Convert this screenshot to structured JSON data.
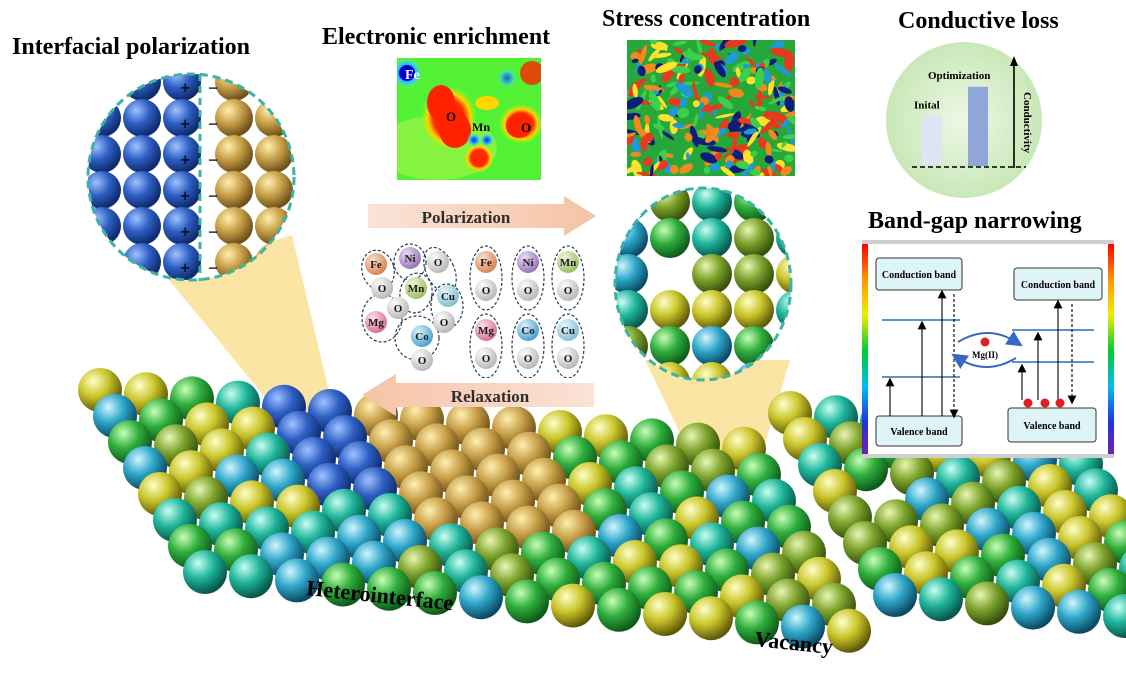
{
  "titles": {
    "interfacial": "Interfacial polarization",
    "electronic": "Electronic enrichment",
    "stress": "Stress concentration",
    "conductive": "Conductive loss",
    "bandgap": "Band-gap narrowing"
  },
  "labels": {
    "heterointerface": "Heterointerface",
    "vacancy": "Vacancy",
    "polarization": "Polarization",
    "relaxation": "Relaxation"
  },
  "charges": {
    "plus": "+",
    "minus": "−"
  },
  "electronic_map": {
    "fe": "Fe",
    "o_left": "O",
    "mn": "Mn",
    "o_right": "O"
  },
  "conductive_chart": {
    "bars": [
      {
        "label": "Inital",
        "value": 0.45,
        "color": "#dfe4f4"
      },
      {
        "label": "Optimization",
        "value": 0.72,
        "color": "#8fa6d8"
      }
    ],
    "ylabel": "Conductivity"
  },
  "bandgap": {
    "conduction": "Conduction band",
    "valence": "Valence band",
    "dopant": "Mg(II)"
  },
  "clusters": [
    {
      "text": "Fe",
      "color": "#e6a27c"
    },
    {
      "text": "Ni",
      "color": "#b598cc"
    },
    {
      "text": "O",
      "color": "#d9d9d9"
    },
    {
      "text": "Mn",
      "color": "#b8d48c"
    },
    {
      "text": "Cu",
      "color": "#a9d7e4"
    },
    {
      "text": "Mg",
      "color": "#e89ab0"
    },
    {
      "text": "Co",
      "color": "#7fc0e0"
    }
  ]
}
